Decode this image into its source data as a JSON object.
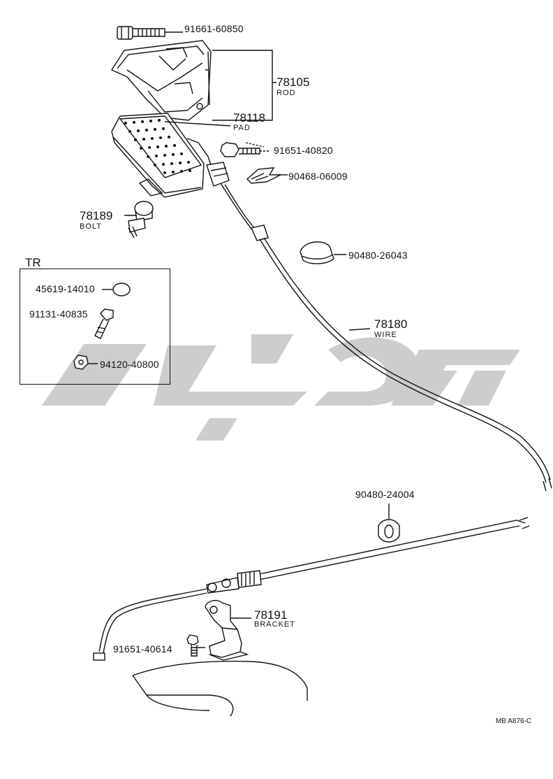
{
  "parts": {
    "p1": "91661-60850",
    "p2": "78105",
    "p2_sub": "ROD",
    "p3": "78118",
    "p3_sub": "PAD",
    "p4": "91651-40820",
    "p5": "90468-06009",
    "p6": "78189",
    "p6_sub": "BOLT",
    "p7": "90480-26043",
    "p8": "78180",
    "p8_sub": "WIRE",
    "p9": "90480-24004",
    "p10": "78191",
    "p10_sub": "BRACKET",
    "p11": "91651-40614"
  },
  "tr_box": {
    "title": "TR",
    "items": [
      "45619-14010",
      "91131-40835",
      "94120-40800"
    ]
  },
  "watermark_color": "#c8c8c8",
  "footer_code": "MB  A876-C"
}
